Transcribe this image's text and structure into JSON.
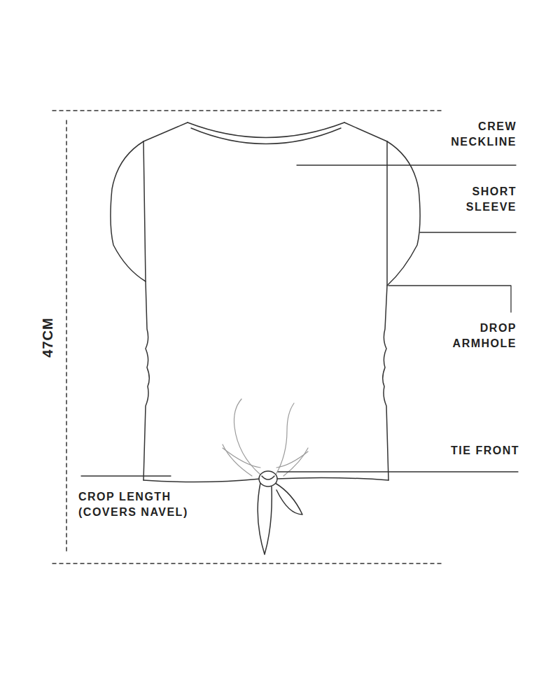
{
  "diagram": {
    "labels": [
      "CREW NECKLINE",
      "SHORT SLEEVE",
      "DROP ARMHOLE",
      "TIE FRONT",
      "CROP LENGTH (COVERS NAVEL)",
      "47CM"
    ]
  }
}
